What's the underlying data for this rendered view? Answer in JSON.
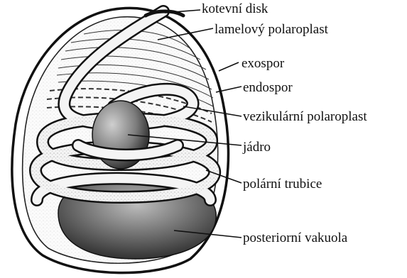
{
  "diagram": {
    "labels": {
      "kotevni_disk": "kotevní disk",
      "lamelovy_polaroplast": "lamelový polaroplast",
      "exospor": "exospor",
      "endospor": "endospor",
      "vezikularni_polaroplast": "vezikulární polaroplast",
      "jadro": "jádro",
      "polarni_trubice": "polární trubice",
      "posteriorni_vakuola": "posteriorní vakuola"
    },
    "colors": {
      "ink": "#111111",
      "background": "#ffffff",
      "stipple": "#bdbdbd",
      "nucleus": "#7a7a7a",
      "vacuole": "#6e6e6e",
      "tube_fill": "#f1f1f1"
    }
  }
}
